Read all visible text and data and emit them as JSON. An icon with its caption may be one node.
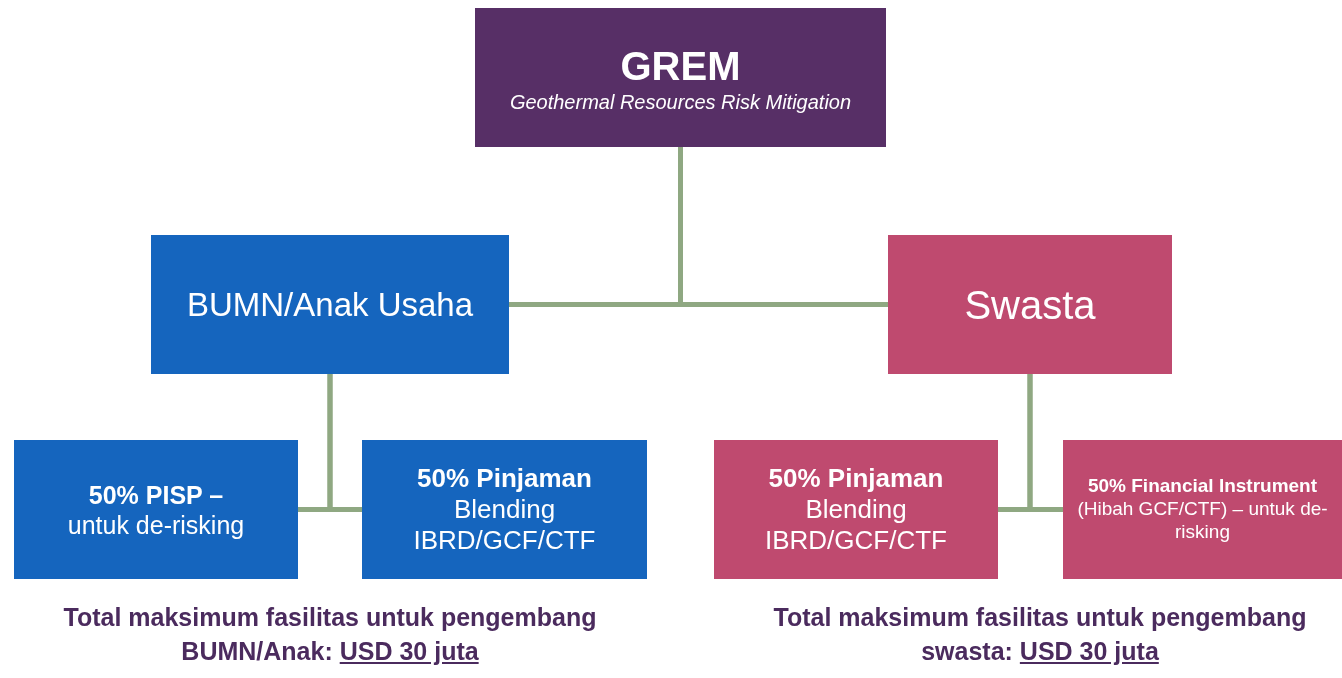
{
  "diagram": {
    "nodes": [
      {
        "text": [
          "GREM",
          "Geothermal Resources Risk Mitigation"
        ]
      },
      {
        "text": [
          "BUMN/Anak Usaha"
        ]
      },
      {
        "text": [
          "Swasta"
        ]
      },
      {
        "text": [
          "50% PISP –",
          "untuk de-risking"
        ]
      },
      {
        "text": [
          "50% Pinjaman",
          "Blending IBRD/GCF/CTF"
        ]
      },
      {
        "text": [
          "50% Pinjaman",
          "Blending IBRD/GCF/CTF"
        ]
      },
      {
        "text": [
          "50% Financial Instrument",
          "(Hibah GCF/CTF) – untuk de-risking"
        ]
      }
    ],
    "edges": [
      {
        "from": 0,
        "to": 1,
        "arrow": "none"
      },
      {
        "from": 0,
        "to": 2,
        "arrow": "none"
      },
      {
        "from": 1,
        "to": 3,
        "arrow": "none"
      },
      {
        "from": 1,
        "to": 4,
        "arrow": "none"
      },
      {
        "from": 2,
        "to": 5,
        "arrow": "none"
      },
      {
        "from": 2,
        "to": 6,
        "arrow": "none"
      }
    ],
    "labels": [
      "Total maksimum fasilitas untuk pengembang BUMN/Anak:",
      "USD 30 juta",
      "Total maksimum fasilitas untuk pengembang swasta:",
      "USD 30 juta"
    ]
  }
}
